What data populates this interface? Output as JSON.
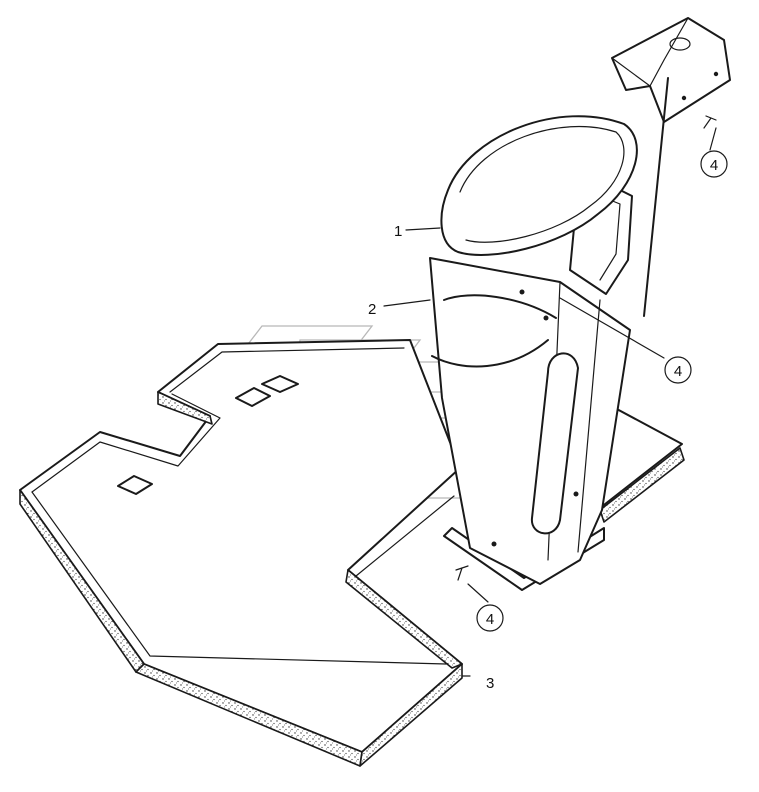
{
  "callouts": [
    {
      "id": "c1",
      "text": "1"
    },
    {
      "id": "c2",
      "text": "2"
    },
    {
      "id": "c3",
      "text": "3"
    },
    {
      "id": "c4a",
      "text": "4"
    },
    {
      "id": "c4b",
      "text": "4"
    },
    {
      "id": "c4c",
      "text": "4"
    }
  ],
  "colors": {
    "ink": "#1a1a1a",
    "watermark": "#b8b8b8",
    "background": "#ffffff"
  }
}
